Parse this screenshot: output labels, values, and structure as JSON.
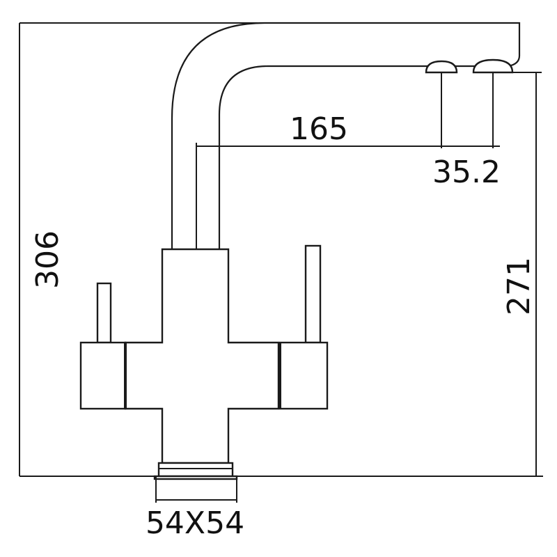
{
  "dimensions": {
    "total_height": "306",
    "spout_height": "271",
    "spout_reach": "165",
    "outlet_spacing": "35.2",
    "base_size": "54X54"
  },
  "colors": {
    "line": "#1a1a1a",
    "background": "#ffffff"
  }
}
